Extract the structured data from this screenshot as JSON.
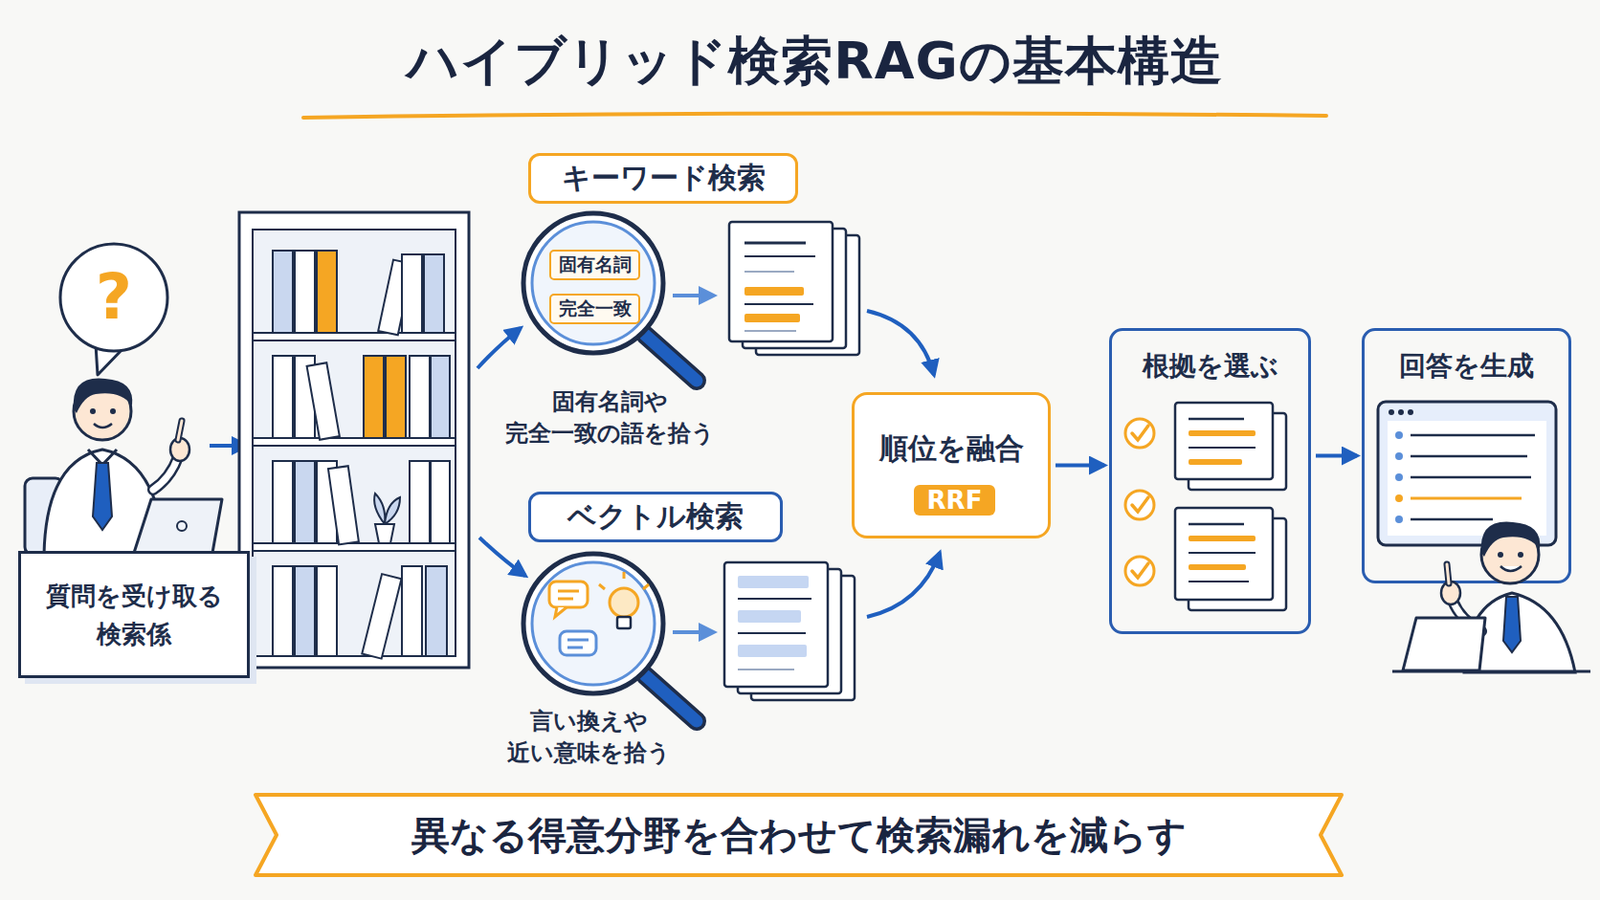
{
  "diagram": {
    "title": "ハイブリッド検索RAGの基本構造",
    "caption": "異なる得意分野を合わせて検索漏れを減らす",
    "nodes": [
      {
        "text": [
          "?"
        ]
      },
      {
        "text": [
          "質問を受け取る 検索係"
        ]
      },
      {
        "text": [
          "キーワード検索"
        ]
      },
      {
        "text": [
          "固有名詞"
        ]
      },
      {
        "text": [
          "完全一致"
        ]
      },
      {
        "text": [
          "ベクトル検索"
        ]
      },
      {
        "text": [
          "順位を融合"
        ]
      },
      {
        "text": [
          "RRF"
        ],
        "in": 6
      },
      {
        "text": [
          "根拠を選ぶ"
        ]
      },
      {
        "text": [
          "回答を生成"
        ]
      }
    ],
    "edges": [
      {
        "from": 6,
        "to": 8,
        "arrow": "to"
      },
      {
        "from": 8,
        "to": 9,
        "arrow": "to"
      }
    ],
    "labels": [
      "固有名詞や 完全一致の語を拾う",
      "言い換えや 近い意味を拾う"
    ]
  }
}
